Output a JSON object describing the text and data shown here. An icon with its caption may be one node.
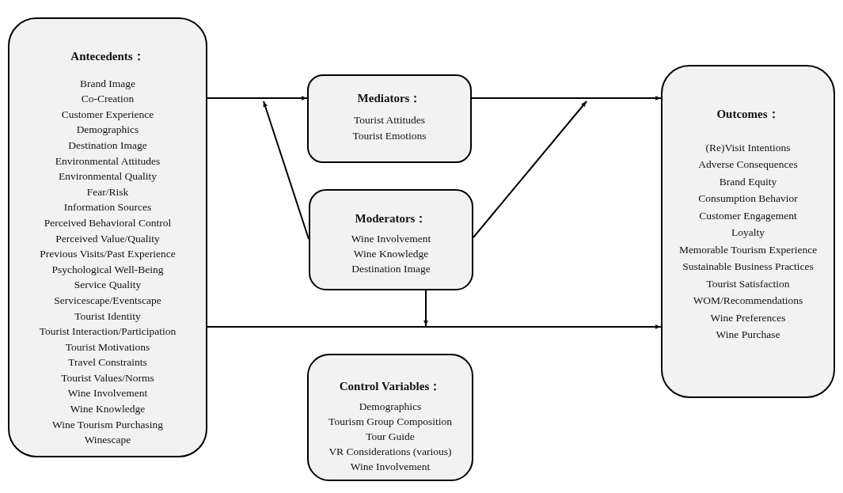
{
  "diagram": {
    "nodes": [
      {
        "text": [
          "Antecedents：",
          "Brand Image",
          "Co-Creation",
          "Customer Experience",
          "Demographics",
          "Destination Image",
          "Environmental Attitudes",
          "Environmental Quality",
          "Fear/Risk",
          "Information Sources",
          "Perceived Behavioral Control",
          "Perceived Value/Quality",
          "Previous Visits/Past Experience",
          "Psychological Well-Being",
          "Service Quality",
          "Servicescape/Eventscape",
          "Tourist Identity",
          "Tourist Interaction/Participation",
          "Tourist Motivations",
          "Travel Constraints",
          "Tourist Values/Norms",
          "Wine Involvement",
          "Wine Knowledge",
          "Wine Tourism Purchasing",
          "Winescape"
        ]
      },
      {
        "text": [
          "Mediators：",
          "Tourist Attitudes",
          "Tourist Emotions"
        ]
      },
      {
        "text": [
          "Moderators：",
          "Wine Involvement",
          "Wine Knowledge",
          "Destination Image"
        ]
      },
      {
        "text": [
          "Control Variables：",
          "Demographics",
          "Tourism Group Composition",
          "Tour Guide",
          "VR Considerations (various)",
          "Wine Involvement"
        ]
      },
      {
        "text": [
          "Outcomes：",
          "(Re)Visit Intentions",
          "Adverse Consequences",
          "Brand Equity",
          "Consumption Behavior",
          "Customer Engagement",
          "Loyalty",
          "Memorable Tourism Experience",
          "Sustainable Business Practices",
          "Tourist Satisfaction",
          "WOM/Recommendations",
          "Wine Preferences",
          "Wine Purchase"
        ]
      }
    ],
    "edges": [
      {
        "from": 0,
        "to": 1,
        "arrow": "to"
      },
      {
        "from": 1,
        "to": 4,
        "arrow": "to"
      },
      {
        "from": 0,
        "to": 4,
        "arrow": "to"
      },
      {
        "from": 2,
        "to": null,
        "arrow": "to"
      },
      {
        "from": 2,
        "to": null,
        "arrow": "to"
      },
      {
        "from": 2,
        "to": null,
        "arrow": "to"
      }
    ]
  }
}
